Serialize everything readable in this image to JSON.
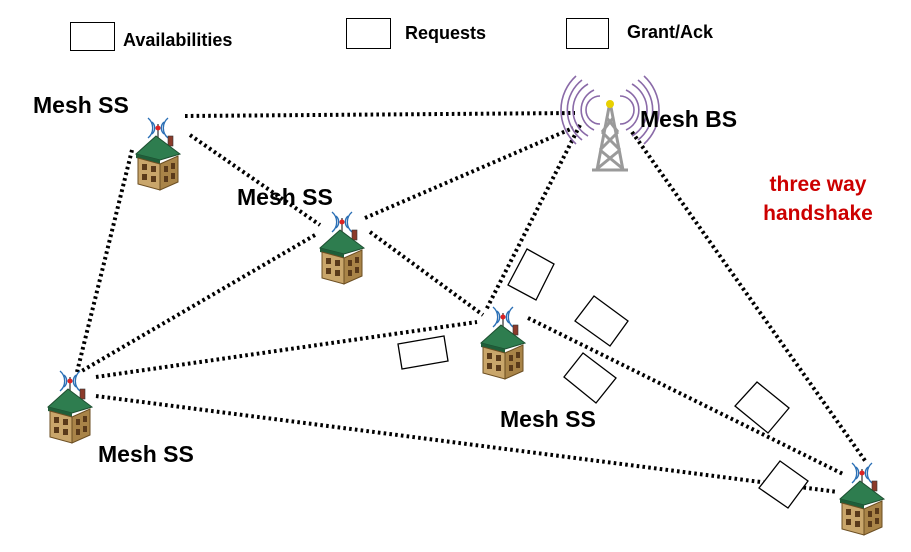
{
  "legend": {
    "availabilities": "Availabilities",
    "requests": "Requests",
    "grant_ack": "Grant/Ack"
  },
  "nodes": {
    "ss_top_left": "Mesh SS",
    "ss_middle": "Mesh SS",
    "ss_center": "Mesh SS",
    "ss_bottom_left": "Mesh SS",
    "bs": "Mesh BS"
  },
  "annotation": {
    "line1": "three way",
    "line2": "handshake"
  },
  "colors": {
    "annotation": "#cc0000",
    "roof": "#2e7d4f",
    "wall": "#c9a66b",
    "tower": "#9a9a9a",
    "antenna": "#2a6fb5"
  },
  "icons": [
    "house-icon",
    "antenna-icon",
    "tower-icon"
  ]
}
